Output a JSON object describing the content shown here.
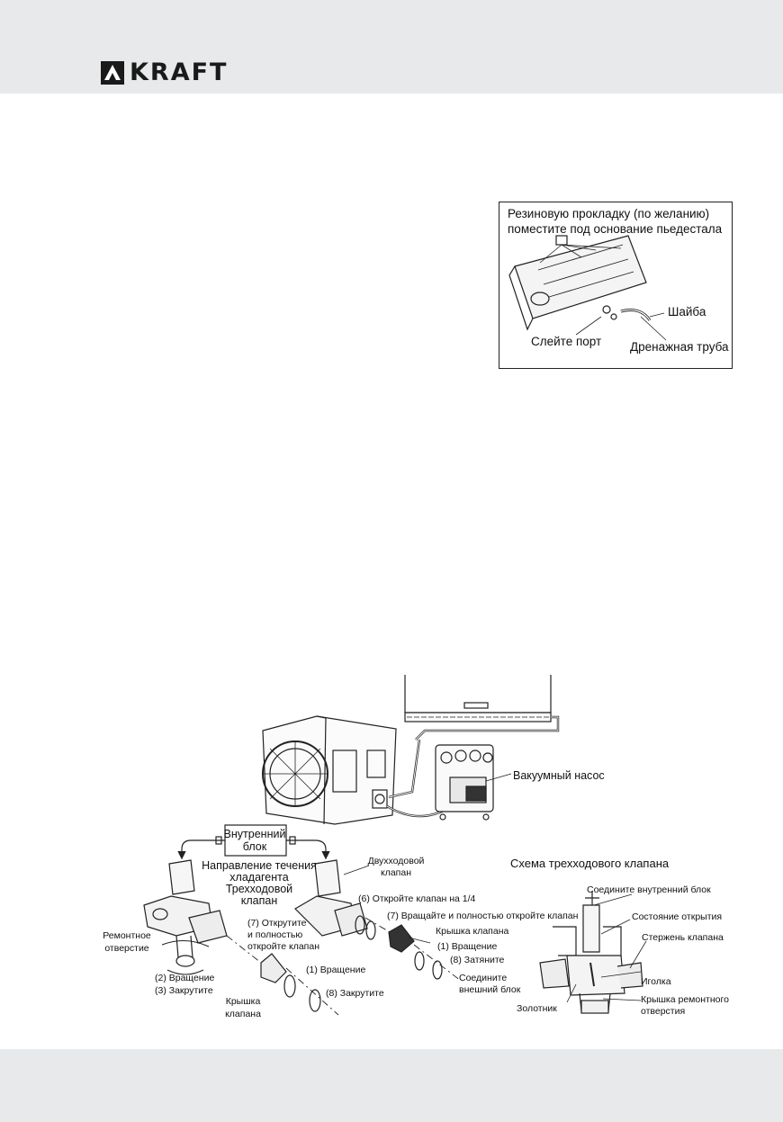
{
  "header": {
    "brand": "KRAFT"
  },
  "figure_drain": {
    "caption_line1": "Резиновую прокладку (по желанию)",
    "caption_line2": "поместите под основание пьедестала",
    "washer": "Шайба",
    "drain_port": "Слейте порт",
    "drain_pipe": "Дренажная труба"
  },
  "figure_vacuum": {
    "vacuum_pump": "Вакуумный насос",
    "indoor_unit_line1": "Внутренний",
    "indoor_unit_line2": "блок",
    "flow_line1": "Направление течения",
    "flow_line2": "хладагента",
    "flow_line3": "Трехходовой",
    "flow_line4": "клапан",
    "two_way_line1": "Двухходовой",
    "two_way_line2": "клапан",
    "step6": "(6) Откройте клапан на 1/4",
    "step7_full": "(7) Вращайте и полностью откройте клапан",
    "valve_cap_right": "Крышка клапана",
    "rotate_right": "(1) Вращение",
    "tighten_right": "(8) Затяните",
    "connect_outdoor_line1": "Соедините",
    "connect_outdoor_line2": "внешний блок",
    "step7_left_line1": "(7) Открутите",
    "step7_left_line2": "и полностью",
    "step7_left_line3": "откройте клапан",
    "service_port_line1": "Ремонтное",
    "service_port_line2": "отверстие",
    "rotate_left": "(2) Вращение",
    "screw_left": "(3) Закрутите",
    "rotate_mid": "(1) Вращение",
    "screw_mid": "(8) Закрутите",
    "valve_cap_left_line1": "Крышка",
    "valve_cap_left_line2": "клапана"
  },
  "figure_schema": {
    "title": "Схема трехходового клапана",
    "connect_indoor": "Соедините внутренний блок",
    "open_state": "Состояние открытия",
    "valve_stem": "Стержень клапана",
    "needle": "Иголка",
    "service_cap_line1": "Крышка ремонтного",
    "service_cap_line2": "отверстия",
    "spool": "Золотник"
  }
}
